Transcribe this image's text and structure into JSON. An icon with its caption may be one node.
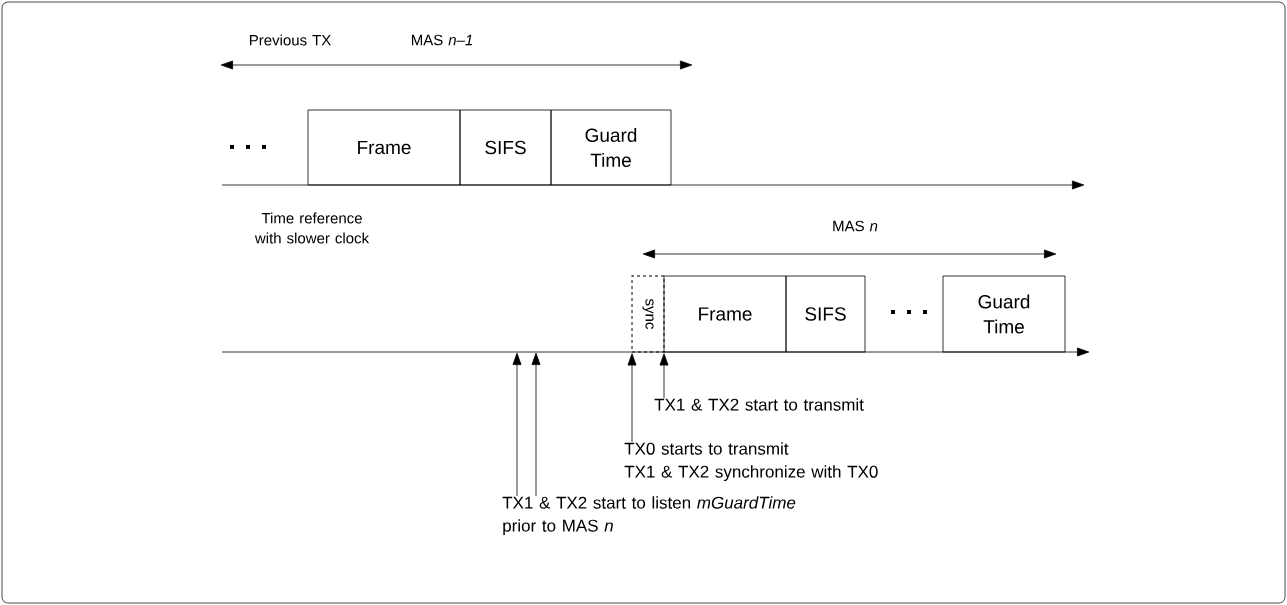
{
  "diagram": {
    "nodes": [
      {
        "text": [
          "Frame"
        ]
      },
      {
        "text": [
          "SIFS"
        ]
      },
      {
        "text": [
          "Guard Time"
        ]
      },
      {
        "text": [
          "sync"
        ]
      },
      {
        "text": [
          "Frame"
        ]
      },
      {
        "text": [
          "SIFS"
        ]
      },
      {
        "text": [
          "Guard Time"
        ]
      },
      {
        "text": [
          "TX1 & TX2 start to transmit"
        ]
      },
      {
        "text": [
          "TX0 starts to transmit",
          "TX1 & TX2 synchronize with TX0"
        ]
      },
      {
        "text": [
          "TX1 & TX2 start to listen *mGuardTime* prior to MAS *n*"
        ]
      }
    ],
    "edges": [
      {
        "from": 7,
        "to": 3,
        "arrow": "to"
      },
      {
        "from": 8,
        "to": 3,
        "arrow": "to"
      },
      {
        "from": 9,
        "to": null,
        "arrow": "to"
      },
      {
        "from": 9,
        "to": null,
        "arrow": "to"
      }
    ],
    "labels": [
      "Previous TX",
      "MAS *n–1*",
      "Time reference with slower clock",
      "MAS *n*"
    ]
  }
}
